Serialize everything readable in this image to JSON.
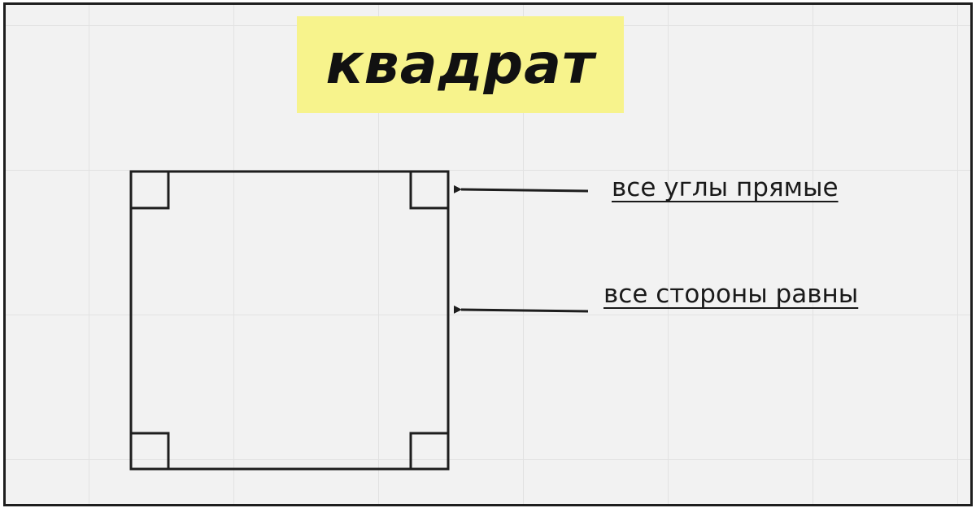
{
  "title": "квадрат",
  "annotations": {
    "angles": "все углы прямые",
    "sides": "все стороны равны"
  },
  "colors": {
    "highlight": "#f7f38c",
    "stroke": "#1e1e1e",
    "background": "#f2f2f2"
  }
}
